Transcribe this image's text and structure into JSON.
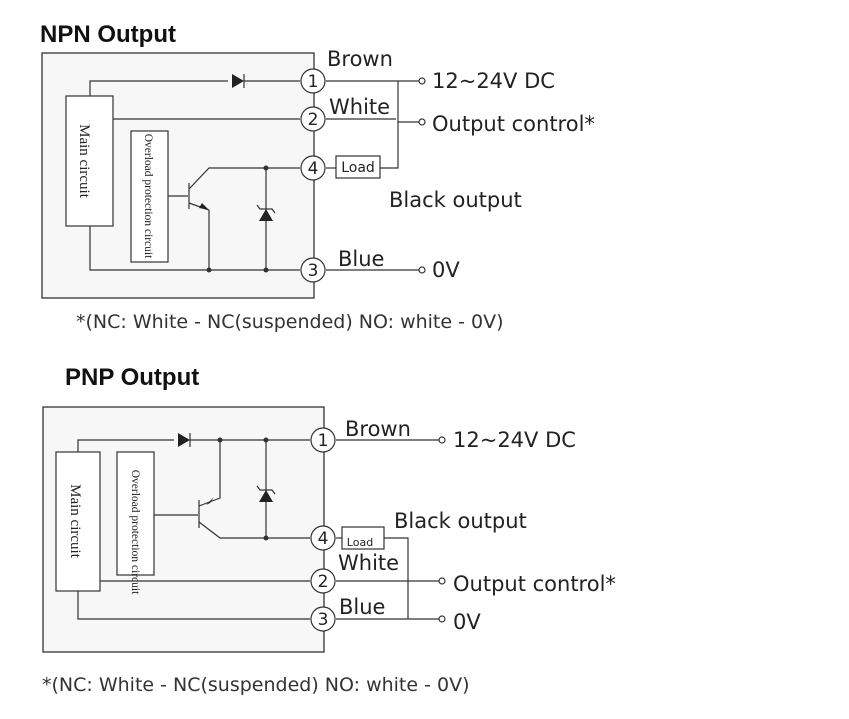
{
  "npn": {
    "title": "NPN Output",
    "main_circuit": "Main circuit",
    "overload": "Overload protection circuit",
    "load": "Load",
    "terminals": [
      "1",
      "2",
      "4",
      "3"
    ],
    "wire_brown": "Brown",
    "wire_white": "White",
    "wire_blue": "Blue",
    "supply": "12~24V DC",
    "output_control": "Output control*",
    "black_output": "Black output",
    "zero_v": "0V",
    "note": "*(NC: White - NC(suspended) NO: white - 0V)"
  },
  "pnp": {
    "title": "PNP Output",
    "main_circuit": "Main circuit",
    "overload": "Overload protection circuit",
    "load": "Load",
    "terminals": [
      "1",
      "4",
      "2",
      "3"
    ],
    "wire_brown": "Brown",
    "wire_white": "White",
    "wire_blue": "Blue",
    "supply": "12~24V DC",
    "output_control": "Output control*",
    "black_output": "Black output",
    "zero_v": "0V",
    "note": "*(NC: White - NC(suspended) NO: white - 0V)"
  }
}
